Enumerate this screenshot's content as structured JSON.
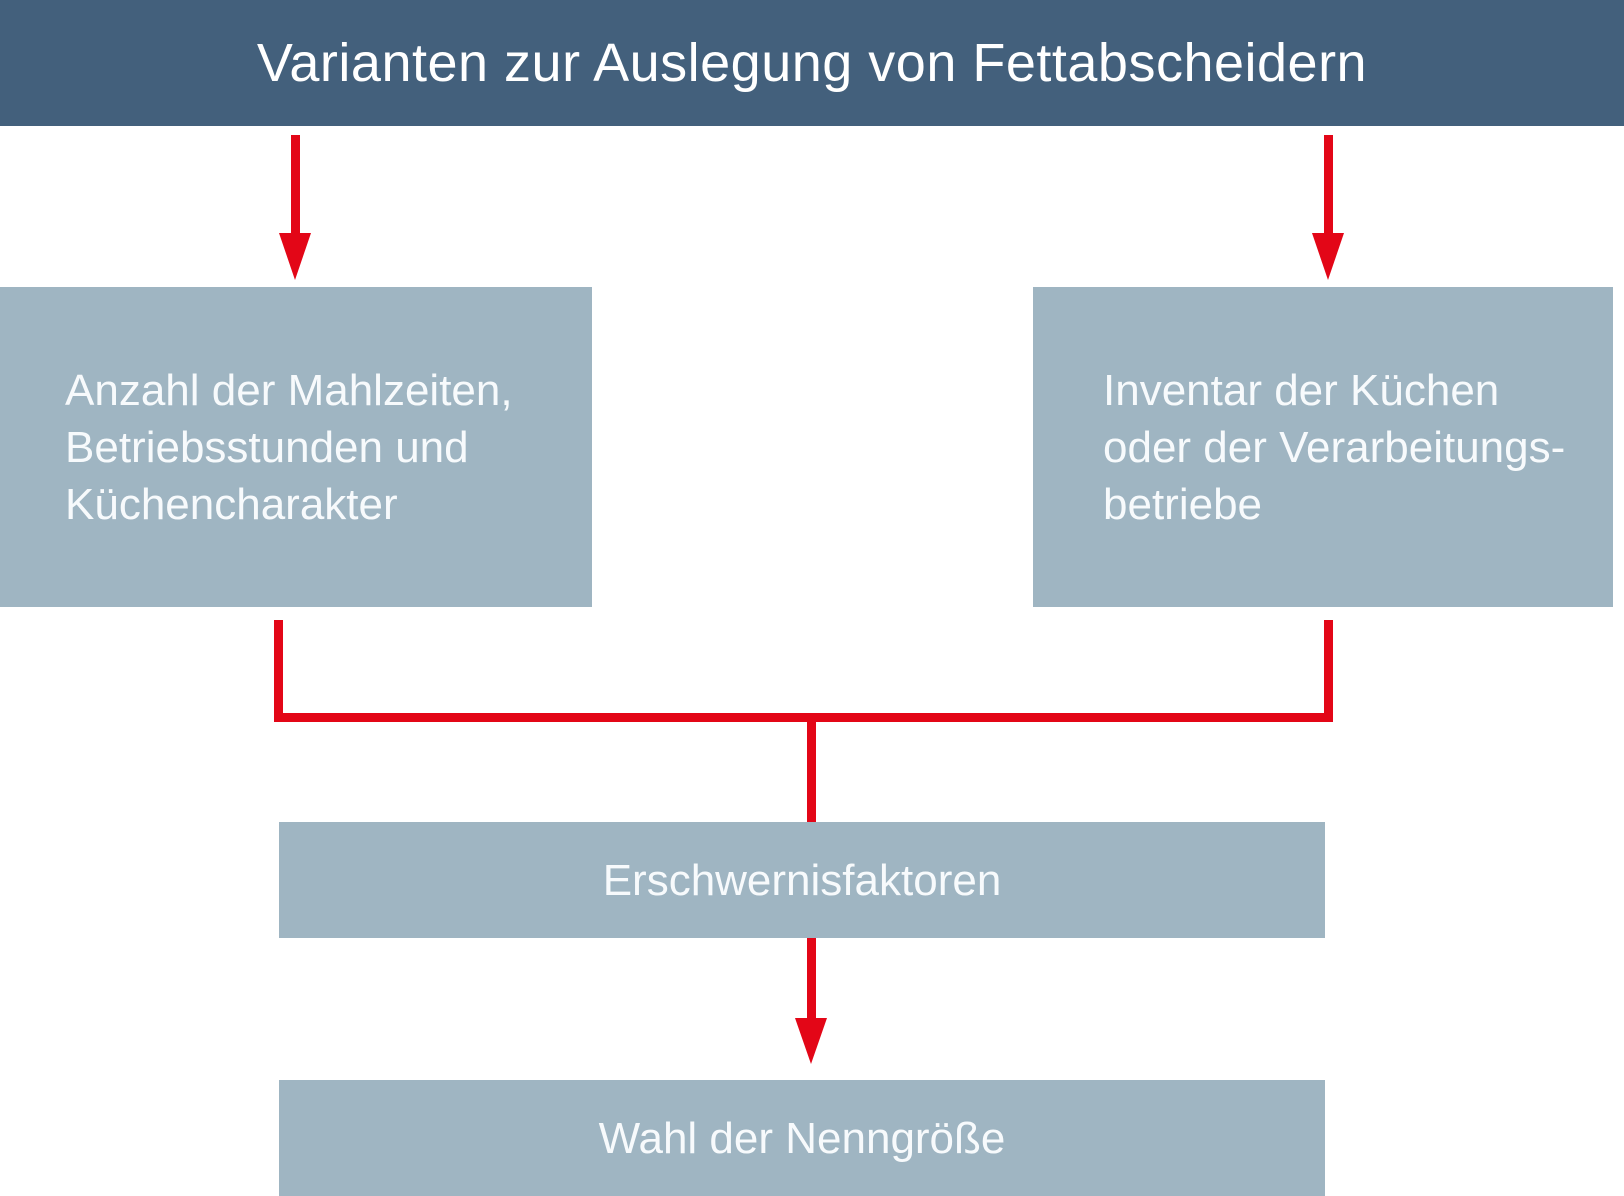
{
  "diagram": {
    "title": "Varianten zur Auslegung von Fettabscheidern",
    "nodes": {
      "left_input": {
        "lines": [
          "Anzahl der Mahlzeiten,",
          "Betriebsstunden und",
          "Küchencharakter"
        ]
      },
      "right_input": {
        "lines": [
          "Inventar der Küchen",
          "oder der Verarbeitungs-",
          "betriebe"
        ]
      },
      "middle": {
        "label": "Erschwernisfaktoren"
      },
      "result": {
        "label": "Wahl der Nenngröße"
      }
    },
    "connectors": {
      "type": "red-arrows",
      "flow": [
        "title -> left_input",
        "title -> right_input",
        "left_input + right_input -> middle",
        "middle -> result"
      ]
    },
    "colors": {
      "header_bg": "#43607c",
      "box_bg": "#9fb5c2",
      "arrow_red": "#e30617",
      "text": "#ffffff"
    }
  }
}
